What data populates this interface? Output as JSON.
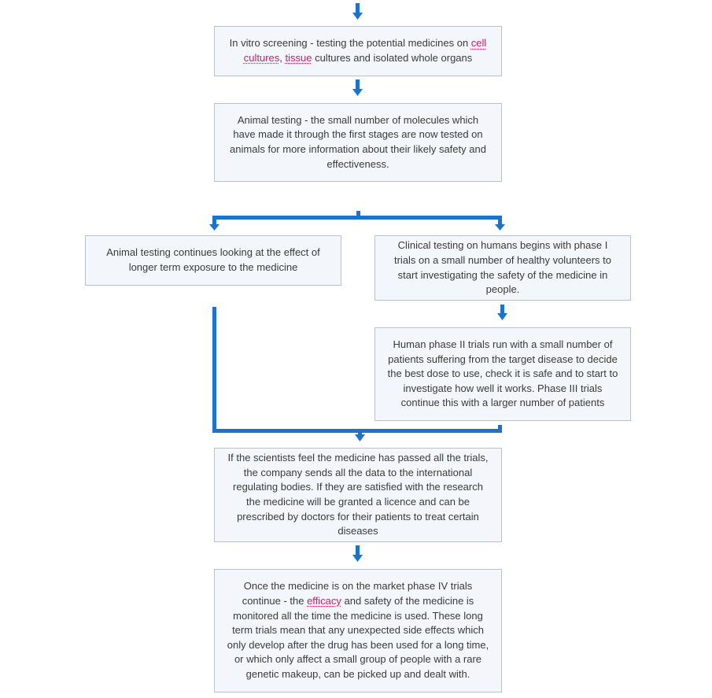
{
  "colors": {
    "connector": "#1b74c9",
    "box_fill": "#f3f7fb",
    "box_border": "#b9c2cb",
    "link": "#c51c6a"
  },
  "boxes": {
    "in_vitro": {
      "before": "In vitro screening - testing the potential medicines on ",
      "link1": "cell cultures",
      "mid": ", ",
      "link2": "tissue",
      "after": " cultures and isolated whole organs"
    },
    "animal_testing": "Animal testing - the small number of molecules which have made it through the first stages are now tested on animals for more information about their likely safety and effectiveness.",
    "animal_continues": "Animal testing continues looking at the effect of longer term exposure to the medicine",
    "phase1": "Clinical testing on humans begins with phase I trials on a small number of healthy volunteers to start investigating the safety of the medicine in people.",
    "phase23": "Human phase II trials run with a small number of patients suffering from the target disease to decide the best dose to use, check it is safe and to start to investigate how well it works. Phase III trials continue this with a larger number of patients",
    "licence": "If the scientists feel the medicine has passed all the trials, the company sends all the data to the international regulating bodies. If they are satisfied with the research the medicine will be granted a licence and can be prescribed by doctors for their patients to treat certain diseases",
    "phase4": {
      "before": "Once the medicine is on the market phase IV trials continue - the ",
      "link": "efficacy",
      "after": " and safety of the medicine is monitored all the time the medicine is used. These long term trials mean that any unexpected side effects which only develop after the drug has been used for a long time, or which only affect a small group of people with a rare genetic makeup, can be picked up and dealt with."
    }
  }
}
